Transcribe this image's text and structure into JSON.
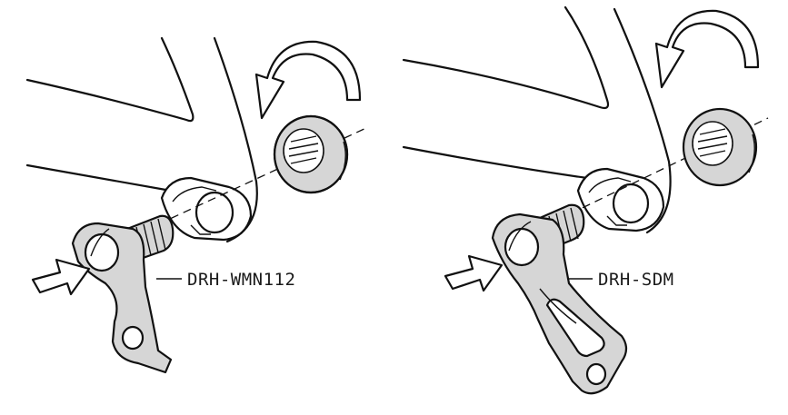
{
  "panels": [
    {
      "id": "left",
      "hanger_label": "DRH-WMN112"
    },
    {
      "id": "right",
      "hanger_label": "DRH-SDM"
    }
  ],
  "colors": {
    "ink": "#111111",
    "part_fill": "#d6d6d6",
    "part_shade": "#b5b5b5",
    "paper": "#ffffff"
  }
}
